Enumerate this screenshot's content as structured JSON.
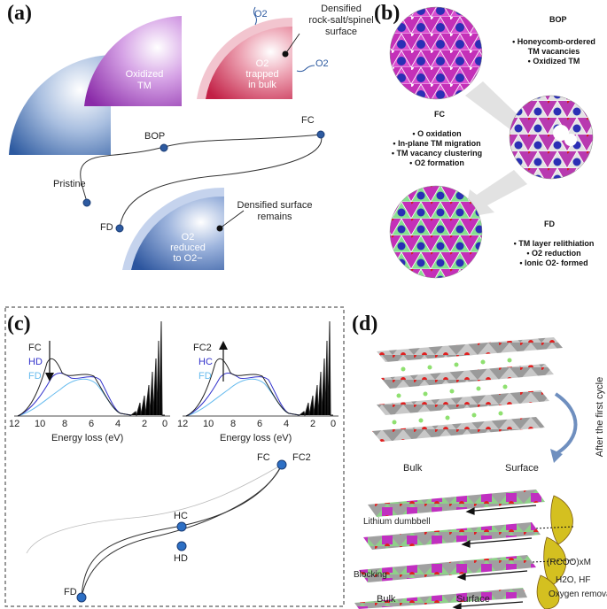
{
  "panel_a": {
    "label": "(a)",
    "pristine": "Pristine",
    "bop": "BOP",
    "fc": "FC",
    "fd": "FD",
    "oxidized_tm_l1": "Oxidized",
    "oxidized_tm_l2": "TM",
    "densified_l1": "Densified",
    "densified_l2": "rock-salt/spinel",
    "densified_l3": "surface",
    "o2_trapped_l1": "O2",
    "o2_trapped_l2": "trapped",
    "o2_trapped_l3": "in bulk",
    "o2_gas_1": "O2",
    "o2_gas_2": "O2",
    "surface_remains_l1": "Densified surface",
    "surface_remains_l2": "remains",
    "o2_reduced_l1": "O2",
    "o2_reduced_l2": "reduced",
    "o2_reduced_l3": "to O2−"
  },
  "panel_b": {
    "label": "(b)",
    "bop_title": "BOP",
    "bop_items": [
      "• Honeycomb-ordered",
      "TM vacancies",
      "• Oxidized TM"
    ],
    "fc_title": "FC",
    "fc_items": [
      "• O oxidation",
      "• In-plane TM migration",
      "• TM vacancy clustering",
      "• O2 formation"
    ],
    "fd_title": "FD",
    "fd_items": [
      "• TM layer relithiation",
      "• O2 reduction",
      "• Ionic O2- formed"
    ]
  },
  "panel_c": {
    "label": "(c)",
    "left_legend": [
      "FC",
      "HD",
      "FD"
    ],
    "right_legend": [
      "FC2",
      "HC",
      "FD"
    ],
    "xlabel": "Energy loss (eV)",
    "ticks": [
      "12",
      "10",
      "8",
      "6",
      "4",
      "2",
      "0"
    ],
    "curve_labels": {
      "fc": "FC",
      "fc2": "FC2",
      "hc": "HC",
      "hd": "HD",
      "fd": "FD"
    },
    "colors": {
      "fc": "#222222",
      "hd": "#3333cc",
      "fd": "#66bbee"
    }
  },
  "panel_d": {
    "label": "(d)",
    "bulk_top": "Bulk",
    "surface_top": "Surface",
    "after_cycle": "After the first cycle",
    "lithium_dumbbell": "Lithium dumbbell",
    "rcoo": "(RCOO)xM",
    "h2o_hf": "H2O, HF",
    "blocking": "Blocking",
    "oxygen_removal": "Oxygen removal",
    "bulk_bottom": "Bulk",
    "surface_bottom": "Surface"
  }
}
